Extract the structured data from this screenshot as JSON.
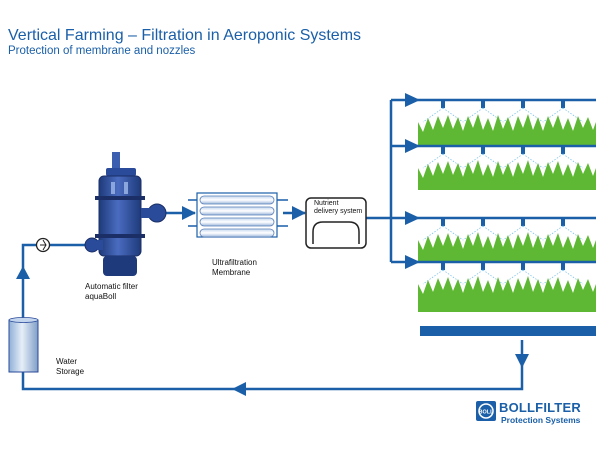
{
  "header": {
    "title": "Vertical Farming – Filtration in Aeroponic Systems",
    "subtitle": "Protection of membrane and nozzles"
  },
  "labels": {
    "filter": [
      "Automatic filter",
      "aquaBoll"
    ],
    "membrane": [
      "Ultrafiltration",
      "Membrane"
    ],
    "nutrient": [
      "Nutrient",
      "delivery system"
    ],
    "storage": [
      "Water",
      "Storage"
    ]
  },
  "brand": {
    "name": "BOLLFILTER",
    "tagline": "Protection Systems",
    "logo_text": "BOLL"
  },
  "colors": {
    "pipe": "#1a5fa8",
    "plant": "#5fb833",
    "filter": "#2a4a9a",
    "spray": "#7fc4ea"
  }
}
